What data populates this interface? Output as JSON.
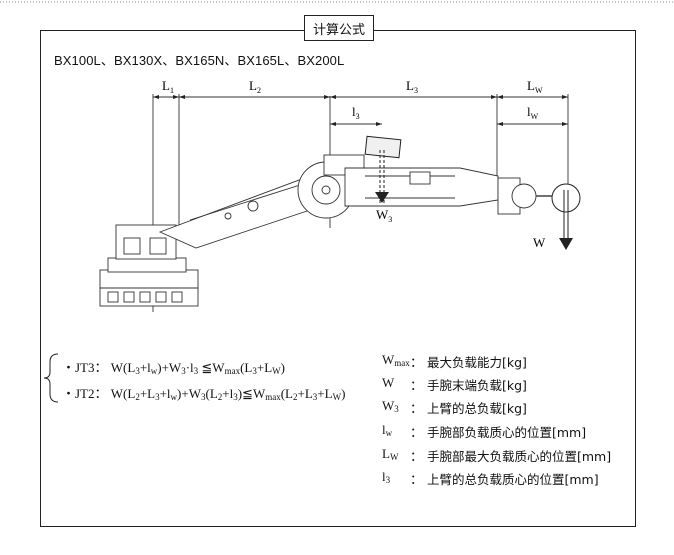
{
  "title": "计算公式",
  "models": "BX100L、BX130X、BX165N、BX165L、BX200L",
  "dimensions": {
    "L1": {
      "main": "L",
      "sub": "1"
    },
    "L2": {
      "main": "L",
      "sub": "2"
    },
    "L3": {
      "main": "L",
      "sub": "3"
    },
    "LW": {
      "main": "L",
      "sub": "W"
    },
    "l3": {
      "main": "l",
      "sub": "3"
    },
    "lW": {
      "main": "l",
      "sub": "W"
    }
  },
  "loads": {
    "W3": {
      "main": "W",
      "sub": "3"
    },
    "W": "W"
  },
  "formulas": {
    "jt3": "・JT3： W(L₃+l_w)+W₃·l₃ ≦W_max(L₃+L_W)",
    "jt2": "・JT2： W(L₂+L₃+l_w)+W₃(L₂+l₃)≦W_max(L₂+L₃+L_W)",
    "jt3_parts": {
      "prefix": "・JT3：",
      "expr1": "W(L",
      "s1": "3",
      "expr2": "+l",
      "s2": "w",
      "expr3": ")+W",
      "s3": "3",
      "expr4": "·l",
      "s4": "3",
      "expr5": " ≦W",
      "s5": "max",
      "expr6": "(L",
      "s6": "3",
      "expr7": "+L",
      "s7": "W",
      "expr8": ")"
    },
    "jt2_parts": {
      "prefix": "・JT2：",
      "expr1": "W(L",
      "s1": "2",
      "expr2": "+L",
      "s2": "3",
      "expr3": "+l",
      "s3": "w",
      "expr4": ")+W",
      "s4": "3",
      "expr5": "(L",
      "s5": "2",
      "expr6": "+l",
      "s6": "3",
      "expr7": ")≦W",
      "s7": "max",
      "expr8": "(L",
      "s8": "2",
      "expr9": "+L",
      "s9": "3",
      "expr10": "+L",
      "s10": "W",
      "expr11": ")"
    }
  },
  "legend": [
    {
      "sym": "W",
      "sub": "max",
      "sep": "：",
      "desc": "最大负载能力[kg]"
    },
    {
      "sym": "W",
      "sub": "",
      "sep": "：",
      "desc": "手腕末端负载[kg]"
    },
    {
      "sym": "W",
      "sub": "3",
      "sep": "：",
      "desc": "上臂的总负载[kg]"
    },
    {
      "sym": "l",
      "sub": "w",
      "sep": "：",
      "desc": "手腕部负载质心的位置[mm]"
    },
    {
      "sym": "L",
      "sub": "W",
      "sep": "：",
      "desc": "手腕部最大负载质心的位置[mm]"
    },
    {
      "sym": "l",
      "sub": "3",
      "sep": "：",
      "desc": "上臂的总负载质心的位置[mm]"
    }
  ],
  "colors": {
    "line": "#222222",
    "top_rule": "#8a8a8a"
  }
}
